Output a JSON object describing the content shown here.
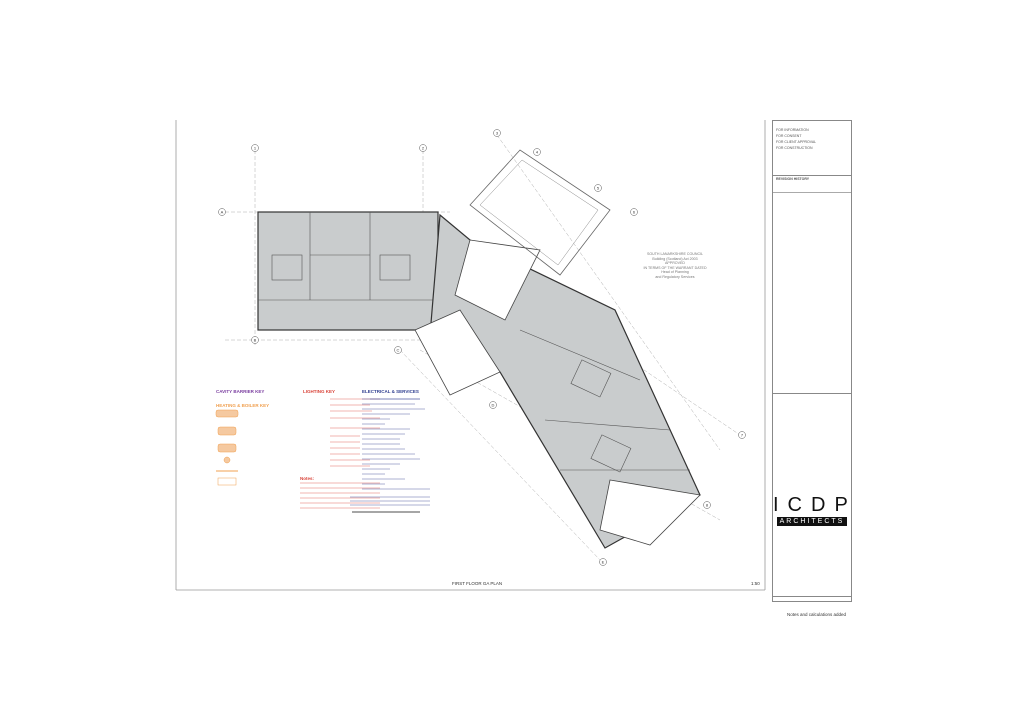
{
  "drawing": {
    "title": "FIRST FLOOR GA PLAN",
    "scale": "1:50",
    "grid_labels": [
      "1",
      "2",
      "3",
      "4",
      "5",
      "6",
      "7",
      "8",
      "A",
      "B",
      "C",
      "D",
      "E"
    ]
  },
  "stamp": {
    "lines": [
      "SOUTH LANARKSHIRE COUNCIL",
      "Building (Scotland) Act 2003",
      "APPROVED",
      "IN TERMS OF THE WARRANT DATED",
      "Head of Planning",
      "and Regulatory Services"
    ]
  },
  "legends": {
    "cavity_barrier": "CAVITY BARRIER KEY",
    "heating": "HEATING & BOILER KEY",
    "lighting": "LIGHTING KEY",
    "electrical": "ELECTRICAL & SERVICES",
    "notes": "Notes:"
  },
  "title_block": {
    "status_options": [
      "FOR INFORMATION",
      "FOR CONSENT",
      "FOR CLIENT APPROVAL",
      "FOR CONSTRUCTION"
    ],
    "revision_header": "REVISION HISTORY",
    "logo_letters": "ICDP",
    "logo_word": "ARCHITECTS",
    "revision_note": "Notes and calculations added"
  },
  "colors": {
    "floor_fill": "#c9cccd",
    "line": "#444444",
    "lighting": "#d9443a",
    "electrical": "#2e3e8f",
    "heating": "#f0a050",
    "cavity": "#7b3fa0"
  }
}
